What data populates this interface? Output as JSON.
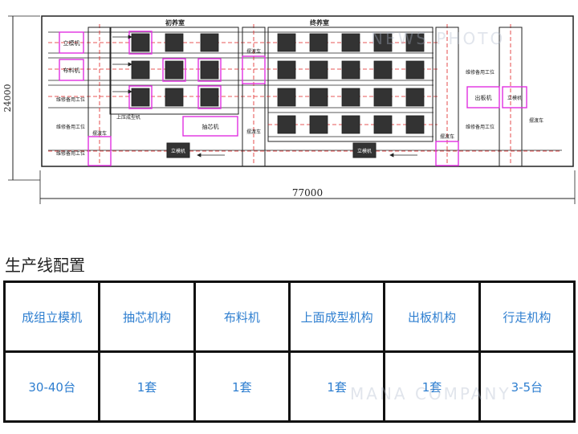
{
  "diagram": {
    "room_labels": [
      "初养室",
      "终养室"
    ],
    "machine_label": "立模机",
    "feeder_label": "布料机",
    "core_label": "抽芯机",
    "pressing_label": "上压成型机",
    "board_label": "出板机",
    "ferry_label": "摆渡车",
    "maintenance_label": "维修备用工位",
    "dim_total_length": "77000",
    "dim_total_width": "24000"
  },
  "section_title": "生产线配置",
  "config_table": {
    "headers": [
      "成组立模机",
      "抽芯机构",
      "布料机",
      "上面成型机构",
      "出板机构",
      "行走机构"
    ],
    "values": [
      "30-40台",
      "1套",
      "1套",
      "1套",
      "1套",
      "3-5台"
    ]
  },
  "watermarks": [
    "NEWS PHOTO",
    "MANA COMPANY"
  ],
  "colors": {
    "line": "#222222",
    "magenta": "#e030e0",
    "red_dash": "#e02020",
    "text_blue": "#2f7fd0"
  }
}
